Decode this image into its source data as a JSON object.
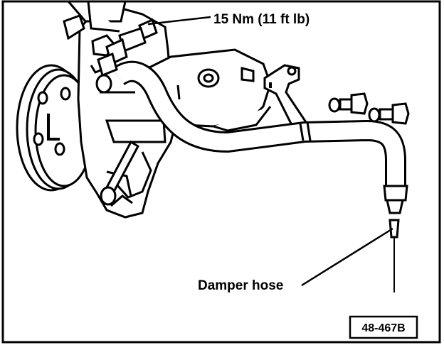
{
  "labels": {
    "torque_spec": "15 Nm (11 ft lb)",
    "damper_hose": "Damper hose",
    "figure_id": "48-467B"
  },
  "colors": {
    "ink": "#000000",
    "paper": "#ffffff"
  }
}
